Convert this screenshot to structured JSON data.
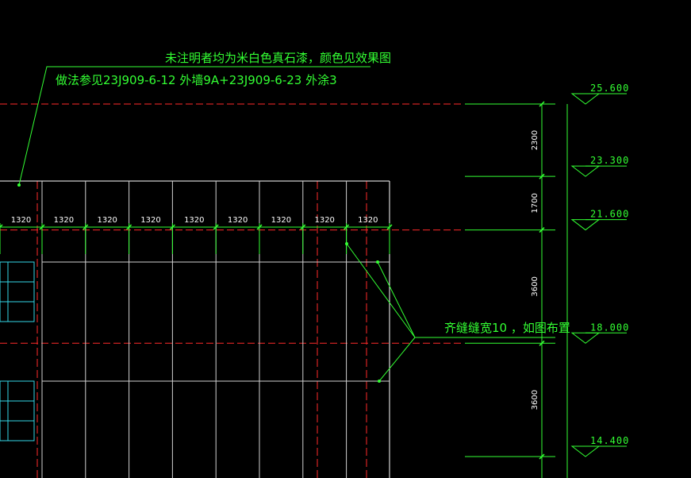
{
  "colors": {
    "background": "#000000",
    "annotation": "#33ff33",
    "axis": "#ff2a2a",
    "wall": "#ffffff",
    "grid": "#d0d0d0",
    "window": "#33d6e6"
  },
  "notes": {
    "line1": "未注明者均为米白色真石漆，颜色见效果图",
    "line2": "做法参见23J909-6-12 外墙9A+23J909-6-23 外涂3",
    "joint": "齐缝缝宽10 ，如图布置"
  },
  "panel_widths": [
    "1320",
    "1320",
    "1320",
    "1320",
    "1320",
    "1320",
    "1320",
    "1320",
    "1320"
  ],
  "storey_heights": [
    {
      "label": "2300",
      "from": 25.6,
      "to": 23.3
    },
    {
      "label": "1700",
      "from": 23.3,
      "to": 21.6
    },
    {
      "label": "3600",
      "from": 21.6,
      "to": 18.0
    },
    {
      "label": "3600",
      "from": 18.0,
      "to": 14.4
    }
  ],
  "levels": [
    {
      "label": "25.600",
      "value": 25.6
    },
    {
      "label": "23.300",
      "value": 23.3
    },
    {
      "label": "21.600",
      "value": 21.6
    },
    {
      "label": "18.000",
      "value": 18.0
    },
    {
      "label": "14.400",
      "value": 14.4
    }
  ]
}
